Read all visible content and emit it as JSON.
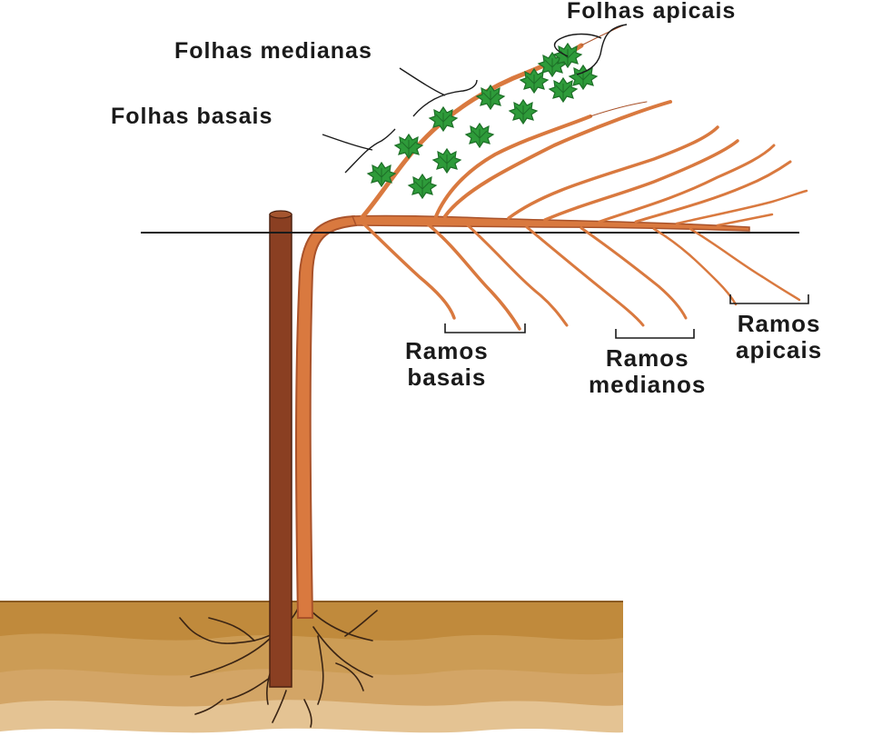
{
  "labels": {
    "folhas_apicais": "Folhas apicais",
    "folhas_medianas": "Folhas medianas",
    "folhas_basais": "Folhas basais",
    "ramos_basais": [
      "Ramos",
      "basais"
    ],
    "ramos_medianos": [
      "Ramos",
      "medianos"
    ],
    "ramos_apicais": [
      "Ramos",
      "apicais"
    ]
  },
  "colors": {
    "vine": "#d9793f",
    "vine_dark": "#a9522a",
    "stake": "#8a3f22",
    "leaf": "#2e9b3a",
    "leaf_dark": "#1d6f27",
    "soil_top": "#c08a3c",
    "soil_mid": "#d3a566",
    "soil_light": "#e4c393",
    "wire": "#1a1a1a",
    "root": "#3a2414"
  },
  "icons": [
    "grape-leaf-icon"
  ]
}
